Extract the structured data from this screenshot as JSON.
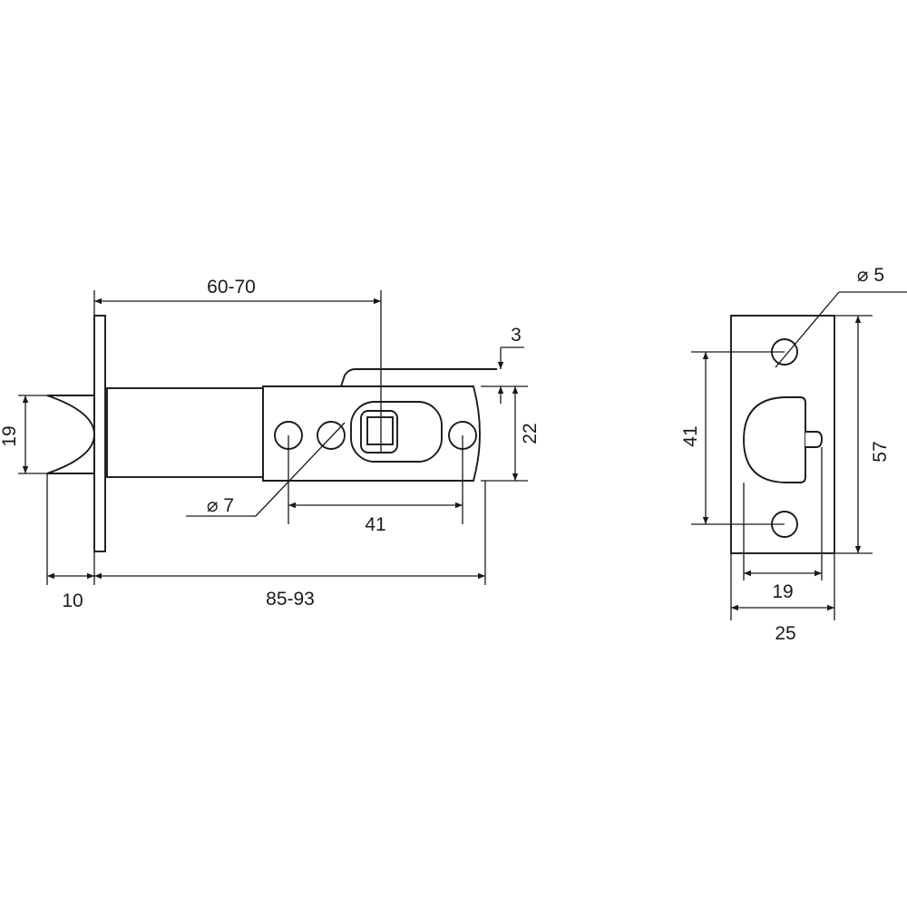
{
  "drawing": {
    "latch_view": {
      "dims": {
        "head_height": "19",
        "backset": "60-70",
        "chamfer": "3",
        "faceplate_height": "22",
        "hole_dia": "⌀ 7",
        "hole_spacing": "41",
        "head_length": "10",
        "total_length": "85-93"
      }
    },
    "strike_view": {
      "dims": {
        "screw_hole_dia": "⌀ 5",
        "hole_spacing": "41",
        "plate_height": "57",
        "opening_width": "19",
        "plate_width": "25"
      }
    }
  },
  "colors": {
    "line": "#1a1a1a",
    "background": "#ffffff"
  }
}
